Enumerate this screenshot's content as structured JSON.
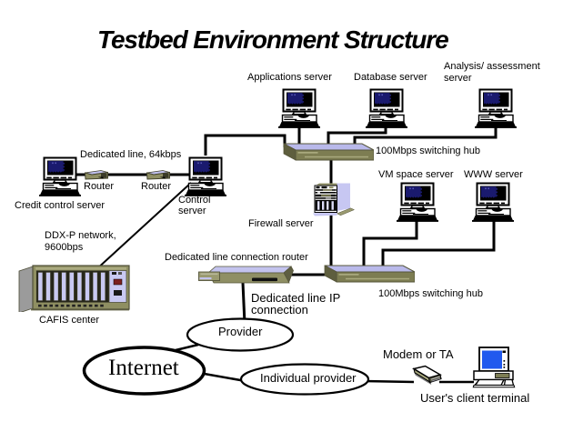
{
  "title": "Testbed Environment Structure",
  "colors": {
    "background": "#ffffff",
    "line": "#000000",
    "hub_top_lavender": "#b9b9ea",
    "device_lavender": "#c7c7f2",
    "olive_front": "#7d7d52",
    "olive_light": "#9a9a70",
    "olive_dark": "#55553a",
    "rack_gray": "#9b9b9b",
    "monitor_screen_navy": "#1a1a6e",
    "terminal_screen_blue": "#2159ee"
  },
  "labels": {
    "applications_server": "Applications server",
    "database_server": "Database server",
    "analysis_server": "Analysis/ assessment\nserver",
    "switching_hub_top": "100Mbps switching hub",
    "vm_server": "VM space server",
    "www_server": "WWW server",
    "dedicated_line": "Dedicated line, 64kbps",
    "router_left": "Router",
    "router_right": "Router",
    "credit_server": "Credit control server",
    "control_server": "Control\nserver",
    "firewall_server": "Firewall server",
    "ddx_network": "DDX-P network,\n9600bps",
    "cafis_center": "CAFIS center",
    "dedicated_router": "Dedicated line connection router",
    "switching_hub_bottom": "100Mbps switching hub",
    "dedicated_ip": "Dedicated line IP\nconnection",
    "provider": "Provider",
    "internet": "Internet",
    "individual_provider": "Individual provider",
    "modem": "Modem or TA",
    "terminal": "User's client terminal"
  }
}
